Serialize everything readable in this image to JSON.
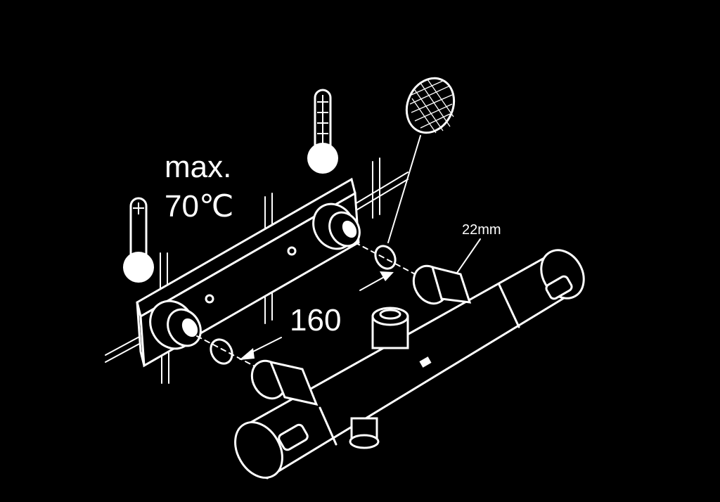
{
  "labels": {
    "max_line1": "max.",
    "max_line2": "70℃",
    "distance": "160",
    "nut_size": "22mm"
  },
  "colors": {
    "background": "#000000",
    "line": "#ffffff"
  },
  "icons": [
    "thermometer-hot-icon",
    "thermometer-cold-icon",
    "strainer-filter-icon"
  ]
}
